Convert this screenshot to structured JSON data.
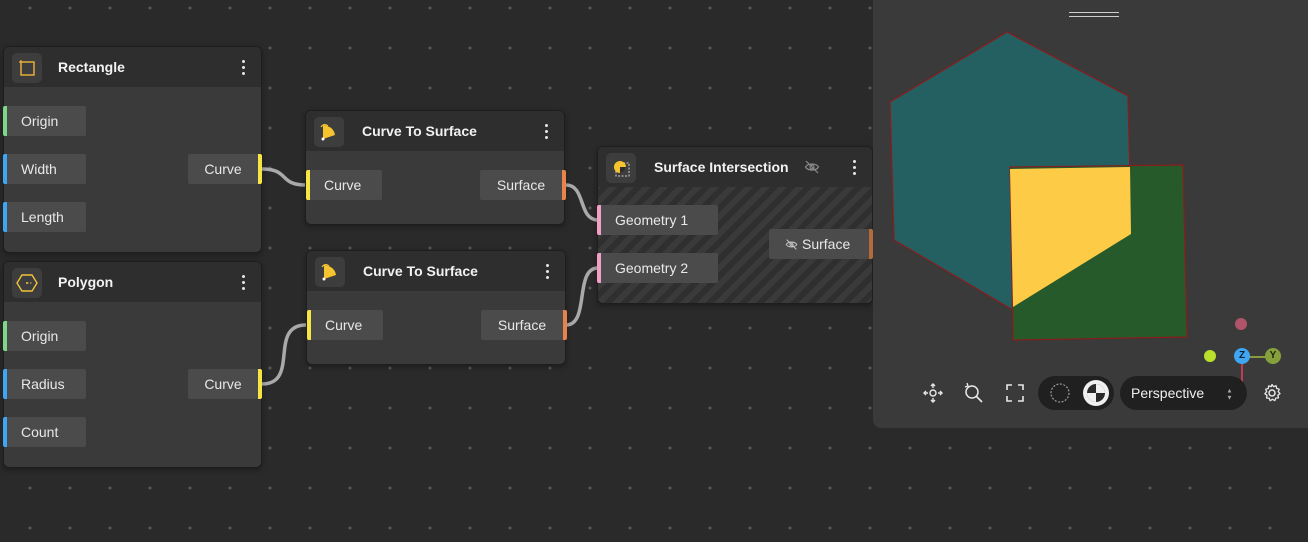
{
  "nodes": {
    "rectangle": {
      "title": "Rectangle",
      "icon": "rectangle-icon",
      "inputs": [
        "Origin",
        "Width",
        "Length"
      ],
      "output": "Curve"
    },
    "polygon": {
      "title": "Polygon",
      "icon": "hexagon-icon",
      "inputs": [
        "Origin",
        "Radius",
        "Count"
      ],
      "output": "Curve"
    },
    "curve_to_surface_1": {
      "title": "Curve To Surface",
      "icon": "curve-to-surface-icon",
      "input": "Curve",
      "output": "Surface"
    },
    "curve_to_surface_2": {
      "title": "Curve To Surface",
      "icon": "curve-to-surface-icon",
      "input": "Curve",
      "output": "Surface"
    },
    "surface_intersection": {
      "title": "Surface Intersection",
      "icon": "surface-intersection-icon",
      "hidden": true,
      "inputs": [
        "Geometry 1",
        "Geometry 2"
      ],
      "output": "Surface"
    }
  },
  "viewport": {
    "projection": "Perspective",
    "shading_modes": [
      "wireframe",
      "shaded"
    ],
    "active_shading": "shaded",
    "axes": [
      "Z",
      "Y"
    ],
    "shape_colors": {
      "hexagon": "#245f61",
      "rectangle": "#275a2a",
      "intersection": "#fecb47",
      "edge": "#8a1c1c"
    }
  },
  "colors": {
    "port_green": "#7fd88a",
    "port_blue": "#3ea6f2",
    "port_yellow": "#f6e543",
    "port_orange": "#e8834a",
    "port_pink": "#f2a0c8"
  }
}
